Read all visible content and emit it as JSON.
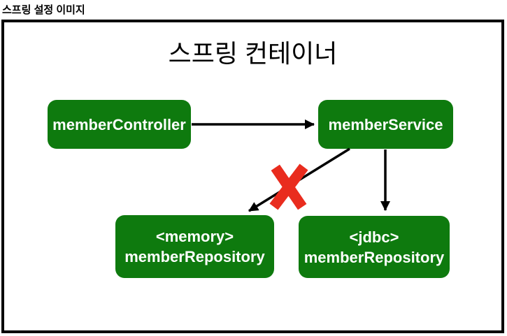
{
  "page": {
    "header_label": "스프링 설정 이미지"
  },
  "diagram": {
    "title": "스프링 컨테이너",
    "nodes": [
      {
        "id": "memberController",
        "label": "memberController"
      },
      {
        "id": "memberService",
        "label": "memberService"
      },
      {
        "id": "memoryMemberRepository",
        "label_line1": "<memory>",
        "label_line2": "memberRepository"
      },
      {
        "id": "jdbcMemberRepository",
        "label_line1": "<jdbc>",
        "label_line2": "memberRepository"
      }
    ],
    "edges": [
      {
        "from": "memberController",
        "to": "memberService",
        "style": "arrow",
        "crossed_out": false
      },
      {
        "from": "memberService",
        "to": "memoryMemberRepository",
        "style": "arrow",
        "crossed_out": true
      },
      {
        "from": "memberService",
        "to": "jdbcMemberRepository",
        "style": "arrow",
        "crossed_out": false
      }
    ],
    "colors": {
      "node_background": "#0e7a0e",
      "node_text": "#ffffff",
      "arrow": "#000000",
      "cross": "#e92c1e",
      "container_border": "#000000",
      "background": "#ffffff"
    }
  }
}
